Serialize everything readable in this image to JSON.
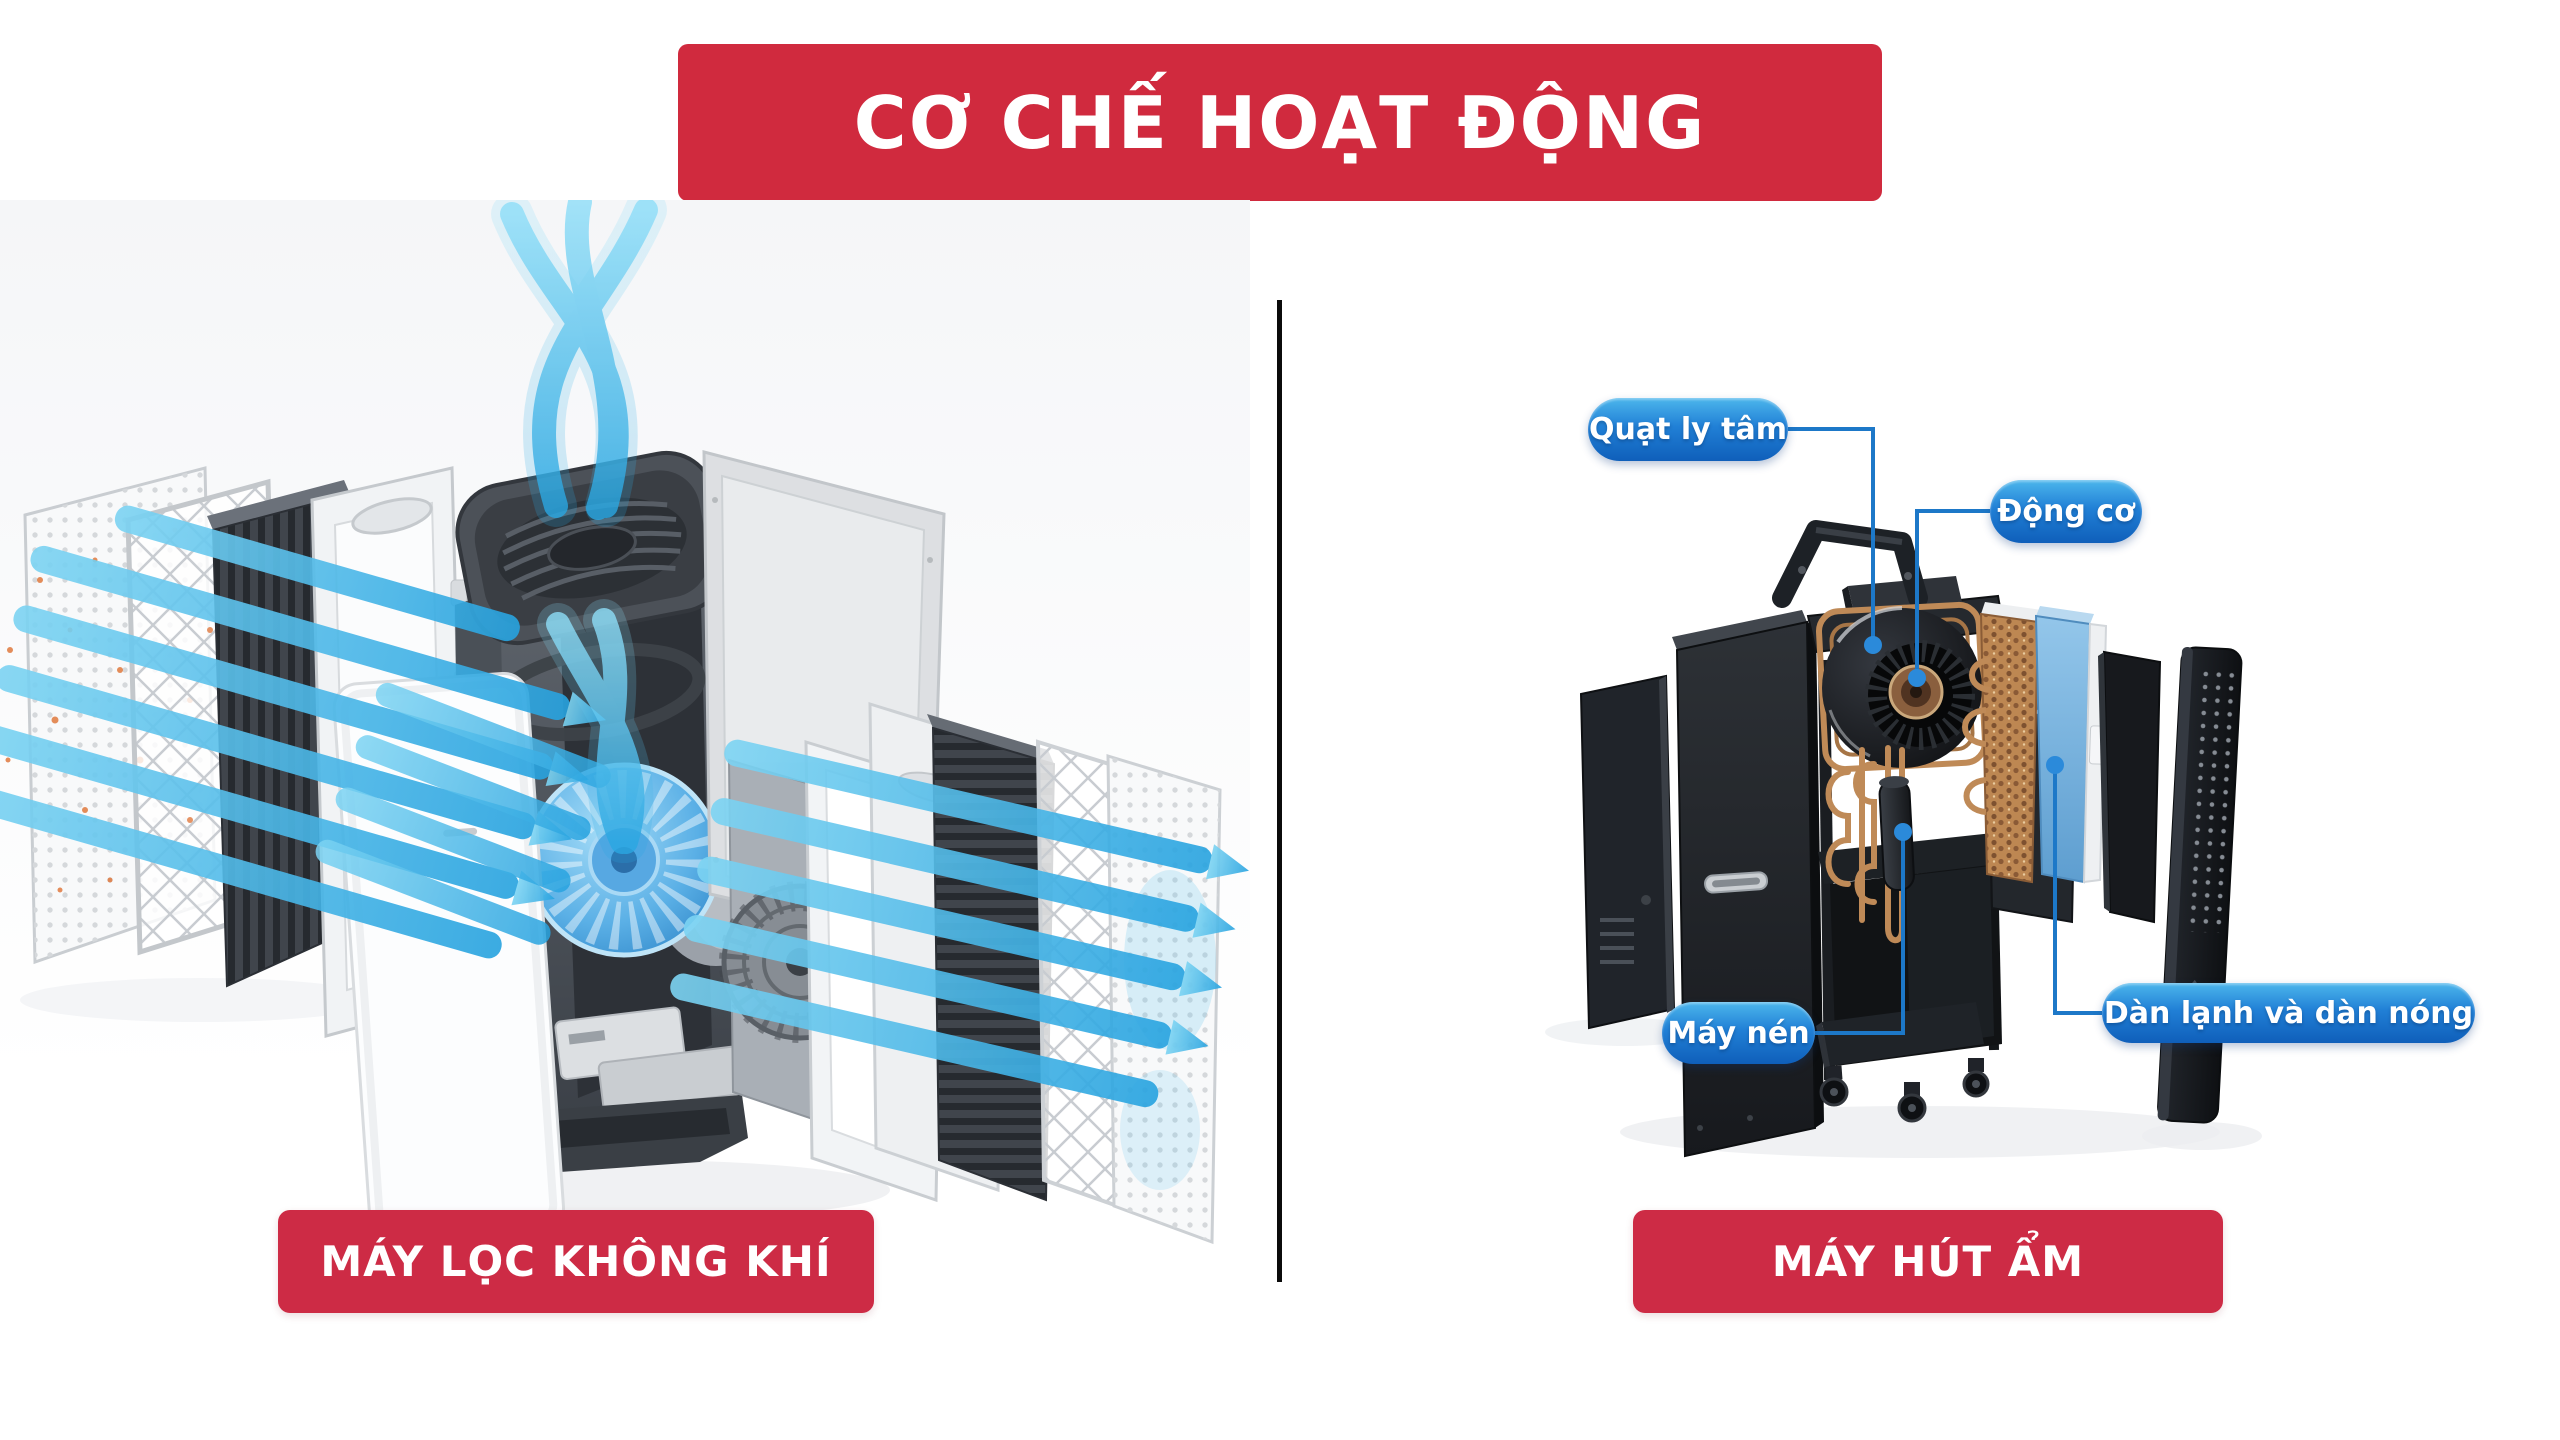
{
  "title": {
    "text": "CƠ CHẾ HOẠT ĐỘNG"
  },
  "left_panel": {
    "caption": "MÁY LỌC KHÔNG KHÍ",
    "illustration": "air-purifier-exploded-view"
  },
  "right_panel": {
    "caption": "MÁY HÚT ẨM",
    "illustration": "dehumidifier-exploded-view",
    "callouts": [
      {
        "label": "Quạt ly tâm"
      },
      {
        "label": "Động cơ"
      },
      {
        "label": "Máy nén"
      },
      {
        "label": "Dàn lạnh và dàn nóng"
      }
    ]
  },
  "colors": {
    "banner_red": "#d02a3e",
    "caption_red": "#cd2b45",
    "callout_blue_top": "#4cb6ec",
    "callout_blue_bottom": "#0f5fba",
    "connector_blue": "#1d78c8",
    "airflow_cyan": "#3fb3e9",
    "divider_black": "#0b0b0b"
  }
}
